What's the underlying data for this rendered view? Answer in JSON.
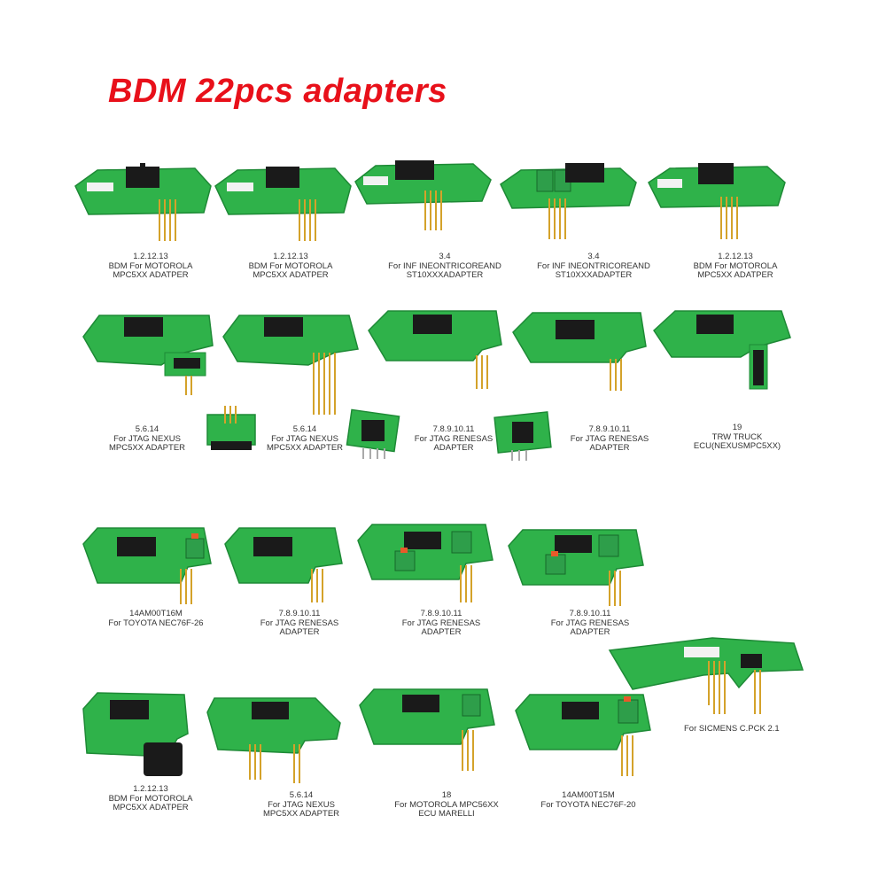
{
  "title": "BDM 22pcs adapters",
  "colors": {
    "title": "#e8101a",
    "pcb": "#2fb24a",
    "pcb_dark": "#1e8a36",
    "pin": "#d4a22a",
    "connector": "#1a1a1a",
    "terminal": "#2e9e4a"
  },
  "captions": [
    {
      "id": "r1a",
      "lines": [
        "1.2.12.13",
        "BDM For MOTOROLA",
        "MPC5XX ADATPER"
      ]
    },
    {
      "id": "r1b",
      "lines": [
        "1.2.12.13",
        "BDM For MOTOROLA",
        "MPC5XX ADATPER"
      ]
    },
    {
      "id": "r1c",
      "lines": [
        "3.4",
        "For INF INEONTRICOREAND",
        "ST10XXXADAPTER"
      ]
    },
    {
      "id": "r1d",
      "lines": [
        "3.4",
        "For INF INEONTRICOREAND",
        "ST10XXXADAPTER"
      ]
    },
    {
      "id": "r1e",
      "lines": [
        "1.2.12.13",
        "BDM For MOTOROLA",
        "MPC5XX ADATPER"
      ]
    },
    {
      "id": "r2a",
      "lines": [
        "5.6.14",
        "For JTAG NEXUS",
        "MPC5XX ADAPTER"
      ]
    },
    {
      "id": "r2b",
      "lines": [
        "5.6.14",
        "For JTAG NEXUS",
        "MPC5XX ADAPTER"
      ]
    },
    {
      "id": "r2c",
      "lines": [
        "7.8.9.10.11",
        "For JTAG RENESAS",
        "ADAPTER"
      ]
    },
    {
      "id": "r2d",
      "lines": [
        "7.8.9.10.11",
        "For JTAG RENESAS",
        "ADAPTER"
      ]
    },
    {
      "id": "r2e",
      "lines": [
        "19",
        "TRW TRUCK",
        "ECU(NEXUSMPC5XX)"
      ]
    },
    {
      "id": "r3a",
      "lines": [
        "14AM00T16M",
        "For TOYOTA NEC76F-26"
      ]
    },
    {
      "id": "r3b",
      "lines": [
        "7.8.9.10.11",
        "For JTAG RENESAS",
        "ADAPTER"
      ]
    },
    {
      "id": "r3c",
      "lines": [
        "7.8.9.10.11",
        "For JTAG RENESAS",
        "ADAPTER"
      ]
    },
    {
      "id": "r3d",
      "lines": [
        "7.8.9.10.11",
        "For JTAG RENESAS",
        "ADAPTER"
      ]
    },
    {
      "id": "r3e",
      "lines": [
        "For SICMENS C.PCK 2.1"
      ]
    },
    {
      "id": "r4a",
      "lines": [
        "1.2.12.13",
        "BDM For MOTOROLA",
        "MPC5XX ADATPER"
      ]
    },
    {
      "id": "r4b",
      "lines": [
        "5.6.14",
        "For JTAG NEXUS",
        "MPC5XX ADAPTER"
      ]
    },
    {
      "id": "r4c",
      "lines": [
        "18",
        "For MOTOROLA MPC56XX",
        "ECU MARELLI"
      ]
    },
    {
      "id": "r4d",
      "lines": [
        "14AM00T15M",
        "For TOYOTA NEC76F-20"
      ]
    }
  ]
}
